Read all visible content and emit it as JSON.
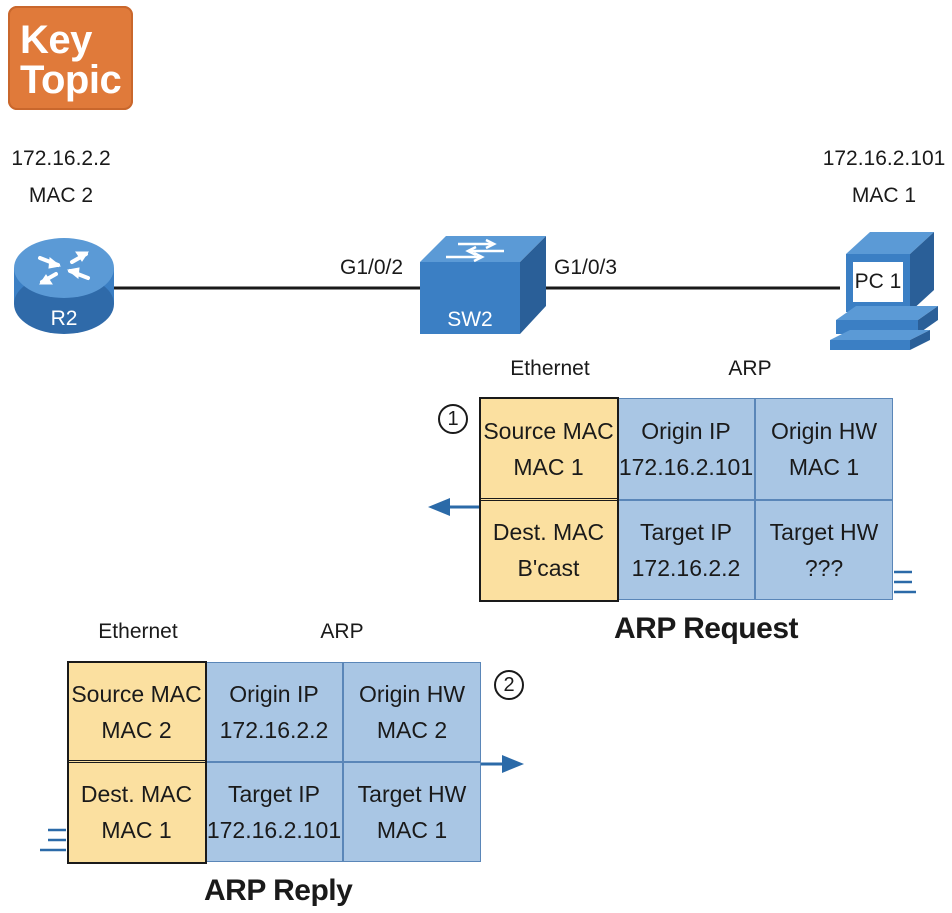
{
  "badge": {
    "line1": "Key",
    "line2": "Topic"
  },
  "router": {
    "ip": "172.16.2.2",
    "mac": "MAC 2",
    "name": "R2"
  },
  "switch": {
    "name": "SW2",
    "port_left": "G1/0/2",
    "port_right": "G1/0/3"
  },
  "pc": {
    "ip": "172.16.2.101",
    "mac": "MAC 1",
    "name": "PC 1"
  },
  "request": {
    "step": "1",
    "header_ethernet": "Ethernet",
    "header_arp": "ARP",
    "title": "ARP Request",
    "cells": {
      "src_mac_label": "Source MAC",
      "src_mac_value": "MAC 1",
      "dst_mac_label": "Dest. MAC",
      "dst_mac_value": "B'cast",
      "origin_ip_label": "Origin IP",
      "origin_ip_value": "172.16.2.101",
      "origin_hw_label": "Origin HW",
      "origin_hw_value": "MAC 1",
      "target_ip_label": "Target IP",
      "target_ip_value": "172.16.2.2",
      "target_hw_label": "Target HW",
      "target_hw_value": "???"
    }
  },
  "reply": {
    "step": "2",
    "header_ethernet": "Ethernet",
    "header_arp": "ARP",
    "title": "ARP Reply",
    "cells": {
      "src_mac_label": "Source MAC",
      "src_mac_value": "MAC 2",
      "dst_mac_label": "Dest. MAC",
      "dst_mac_value": "MAC 1",
      "origin_ip_label": "Origin IP",
      "origin_ip_value": "172.16.2.2",
      "origin_hw_label": "Origin HW",
      "origin_hw_value": "MAC 2",
      "target_ip_label": "Target IP",
      "target_ip_value": "172.16.2.101",
      "target_hw_label": "Target HW",
      "target_hw_value": "MAC 1"
    }
  },
  "colors": {
    "badge": "#e07a3a",
    "ethernet_fill": "#fbe0a0",
    "arp_fill": "#a9c6e4",
    "device_blue": "#3b7fc4",
    "arrow_blue": "#2b6aa8"
  }
}
